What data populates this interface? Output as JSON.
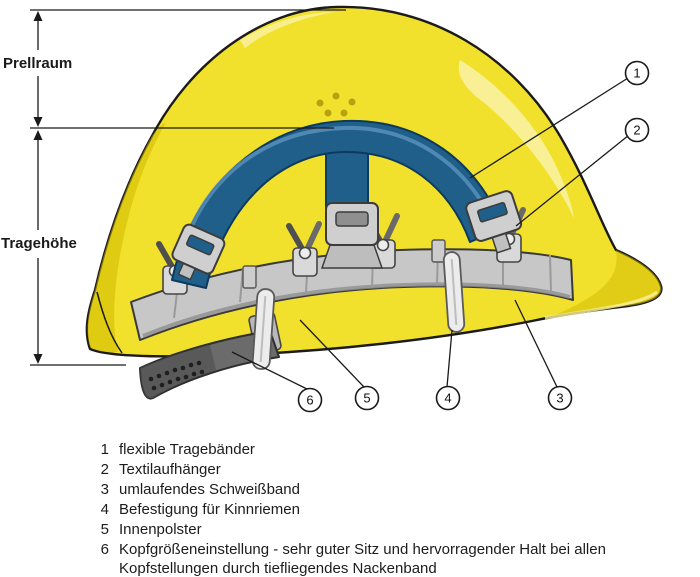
{
  "dimensions": {
    "prellraum": "Prellraum",
    "tragehoehe": "Tragehöhe"
  },
  "callouts": [
    "1",
    "2",
    "3",
    "4",
    "5",
    "6"
  ],
  "legend": {
    "items": [
      {
        "num": "1",
        "text": "flexible Tragebänder"
      },
      {
        "num": "2",
        "text": "Textilaufhänger"
      },
      {
        "num": "3",
        "text": "umlaufendes Schweißband"
      },
      {
        "num": "4",
        "text": "Befestigung für Kinnriemen"
      },
      {
        "num": "5",
        "text": "Innenpolster"
      },
      {
        "num": "6",
        "text": "Kopfgrößeneinstellung - sehr guter Sitz und hervorragender Halt bei allen Kopfstellungen durch tiefliegendes Nackenband"
      }
    ]
  },
  "colors": {
    "helmet_yellow": "#f2e12c",
    "helmet_shadow": "#d2b900",
    "strap_blue": "#1f5f8a",
    "strap_blue_dark": "#0d3a5c",
    "band_gray": "#c7c7c7",
    "mech_gray": "#d9d9d9",
    "neckband_gray": "#6b6b6b",
    "outline": "#1a1a1a"
  }
}
